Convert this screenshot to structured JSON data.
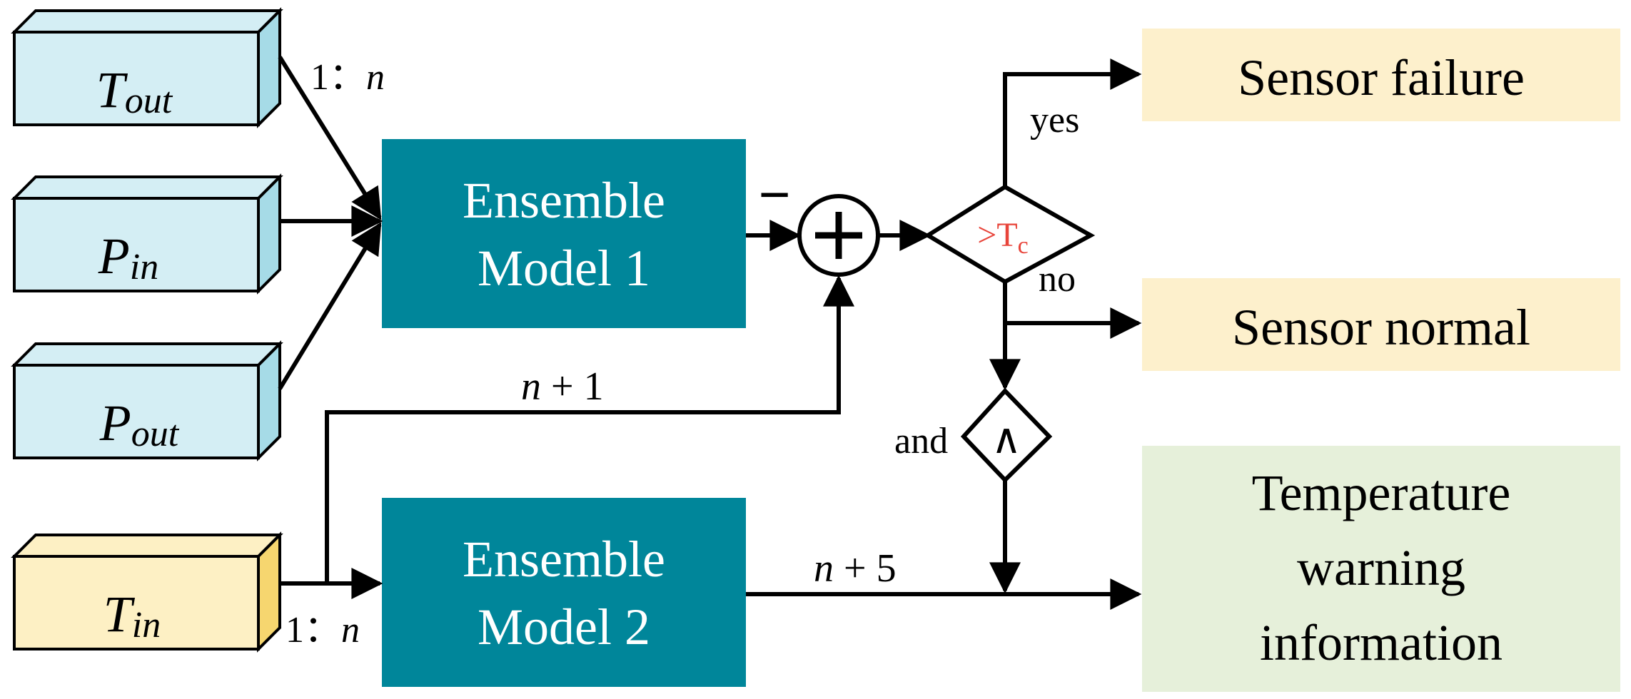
{
  "inputs": [
    {
      "id": "t_out",
      "base": "T",
      "sub": "out"
    },
    {
      "id": "p_in",
      "base": "P",
      "sub": "in"
    },
    {
      "id": "p_out",
      "base": "P",
      "sub": "out"
    },
    {
      "id": "t_in",
      "base": "T",
      "sub": "in"
    }
  ],
  "models": [
    {
      "line1": "Ensemble",
      "line2": "Model 1"
    },
    {
      "line1": "Ensemble",
      "line2": "Model 2"
    }
  ],
  "labels": {
    "range_top_num": "1：",
    "range_top_var": "n",
    "range_bottom_num": "1：",
    "range_bottom_var": "n",
    "n_plus_1_var": "n",
    "n_plus_1_rest": " + 1",
    "n_plus_5_var": "n",
    "n_plus_5_rest": " + 5",
    "minus": "−",
    "yes": "yes",
    "no": "no",
    "and": "and",
    "and_symbol": "∧",
    "threshold_main": ">T",
    "threshold_sub": "c"
  },
  "outputs": {
    "failure": "Sensor failure",
    "normal": "Sensor normal",
    "warning_lines": [
      "Temperature",
      "warning",
      "information"
    ]
  },
  "colors": {
    "input_face": "#d4eef4",
    "input_side": "#a6dbe7",
    "tin_face": "#fdf0c4",
    "tin_side": "#f6d66f",
    "model_fill": "#00869a",
    "threshold_text": "#e8443a",
    "failure_bg": "#fdf0cc",
    "normal_bg": "#fdf0cc",
    "warning_bg": "#e6f0da"
  }
}
